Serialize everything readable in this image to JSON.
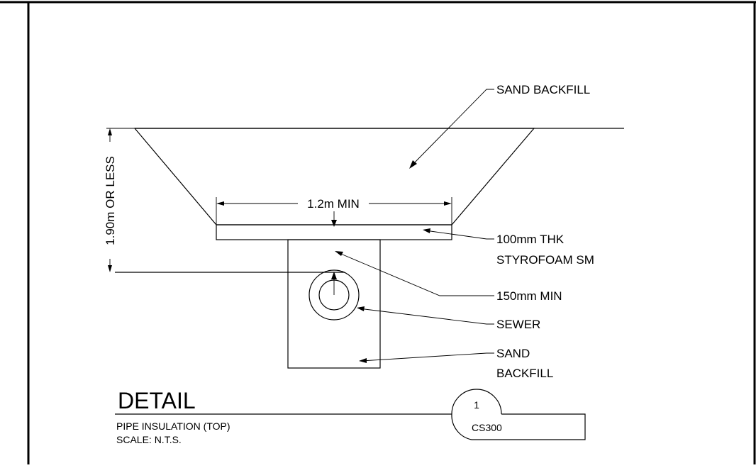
{
  "drawing": {
    "labels": {
      "sand_backfill_top": "SAND BACKFILL",
      "depth_dim": "1.90m OR LESS",
      "width_dim": "1.2m MIN",
      "styrofoam_line1": "100mm THK",
      "styrofoam_line2": "STYROFOAM SM",
      "cover_dim": "150mm MIN",
      "sewer": "SEWER",
      "sand_backfill_bottom_line1": "SAND",
      "sand_backfill_bottom_line2": "BACKFILL"
    },
    "title_block": {
      "title": "DETAIL",
      "subtitle": "PIPE INSULATION (TOP)",
      "scale": "SCALE: N.T.S.",
      "detail_number": "1",
      "sheet_ref": "CS300"
    }
  }
}
